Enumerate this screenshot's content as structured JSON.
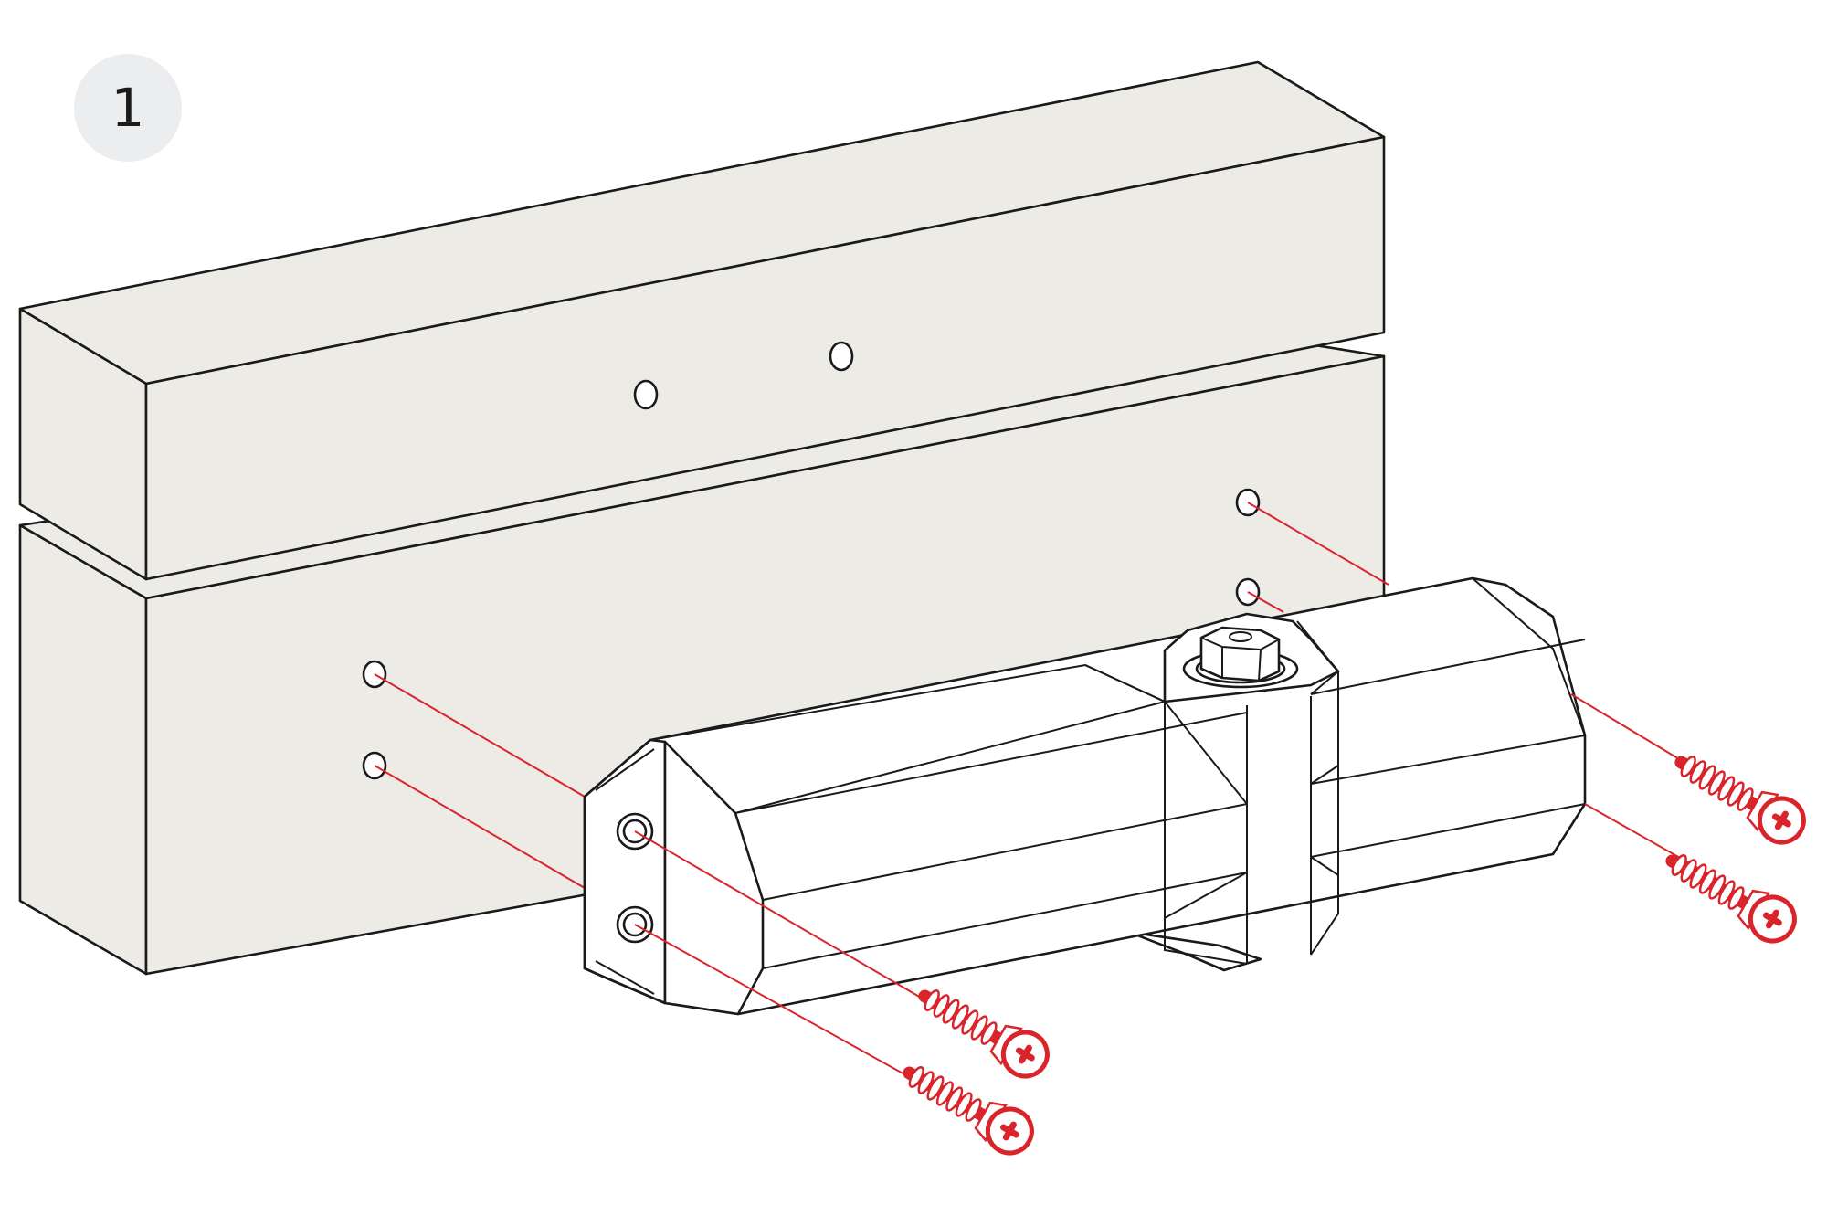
{
  "step": {
    "number": "1"
  },
  "colors": {
    "frame_fill": "#EDEBE6",
    "outline": "#1a1a1a",
    "body_fill": "#ffffff",
    "screw_red": "#D9242B",
    "badge_bg": "#ECEDEF"
  },
  "components": {
    "upper_frame": "frame-beam",
    "lower_frame": "door-leaf",
    "closer": "door-closer-body",
    "fasteners": {
      "screw_count": 4,
      "head_type": "phillips"
    },
    "mount_holes": 6
  }
}
